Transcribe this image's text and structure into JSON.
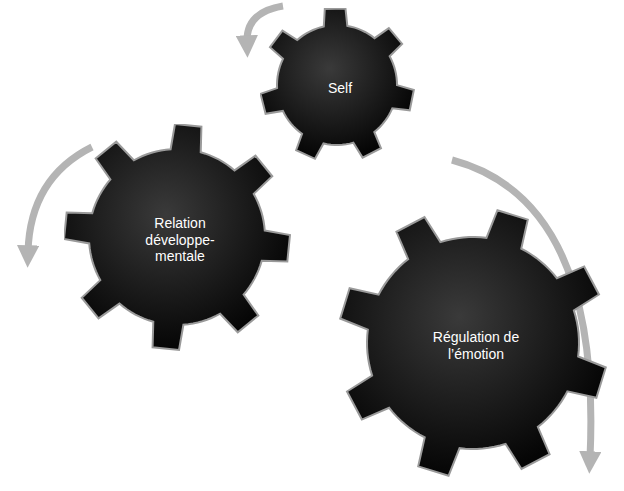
{
  "diagram": {
    "nodes": [
      {
        "text": [
          "Self"
        ]
      },
      {
        "text": [
          "Relation développe- mentale"
        ]
      },
      {
        "text": [
          "Régulation de l’émotion"
        ]
      }
    ]
  }
}
